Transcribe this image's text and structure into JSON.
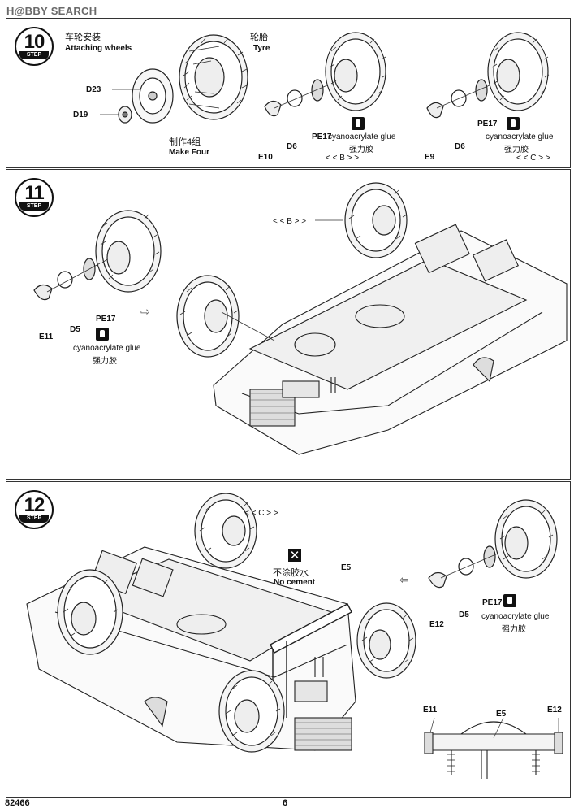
{
  "watermark": "H@BBY SEARCH",
  "step_word": "STEP",
  "steps": {
    "s10": {
      "number": "10",
      "title_cn": "车轮安装",
      "title_en": "Attaching wheels",
      "tyre_cn": "轮胎",
      "tyre_en": "Tyre",
      "parts": [
        "D23",
        "D19",
        "E10",
        "D6",
        "PE17",
        "E9",
        "D6",
        "PE17"
      ],
      "make_cn": "制作4组",
      "make_en": "Make Four",
      "glue_en": "cyanoacrylate glue",
      "glue_cn": "强力胶",
      "ref_b": "< < B > >",
      "ref_c": "< < C > >"
    },
    "s11": {
      "number": "11",
      "ref_b": "< < B > >",
      "parts": [
        "E11",
        "D5",
        "PE17"
      ],
      "glue_en": "cyanoacrylate glue",
      "glue_cn": "强力胶"
    },
    "s12": {
      "number": "12",
      "ref_c": "< < C > >",
      "nocement_cn": "不涂胶水",
      "nocement_en": "No cement",
      "parts": [
        "E5",
        "E12",
        "D5",
        "PE17"
      ],
      "glue_en": "cyanoacrylate glue",
      "glue_cn": "强力胶",
      "detail_labels": [
        "E11",
        "E5",
        "E12"
      ]
    }
  },
  "footer": {
    "code": "82466",
    "page": "6"
  }
}
